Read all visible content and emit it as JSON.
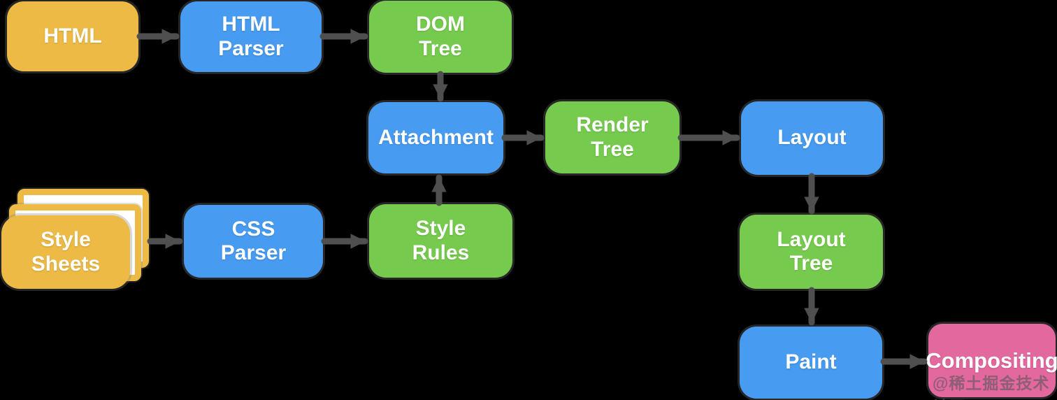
{
  "diagram": {
    "description": "Browser rendering engine flow",
    "nodes": [
      {
        "id": "html",
        "label": "HTML",
        "role": "source",
        "color": "#ECBA45"
      },
      {
        "id": "html-parser",
        "label": "HTML\nParser",
        "role": "process",
        "color": "#479BF0"
      },
      {
        "id": "dom-tree",
        "label": "DOM\nTree",
        "role": "output",
        "color": "#76CB4E"
      },
      {
        "id": "attachment",
        "label": "Attachment",
        "role": "process",
        "color": "#479BF0"
      },
      {
        "id": "render-tree",
        "label": "Render\nTree",
        "role": "output",
        "color": "#76CB4E"
      },
      {
        "id": "layout",
        "label": "Layout",
        "role": "process",
        "color": "#479BF0"
      },
      {
        "id": "style-sheets",
        "label": "Style\nSheets",
        "role": "source",
        "color": "#ECBA45"
      },
      {
        "id": "css-parser",
        "label": "CSS\nParser",
        "role": "process",
        "color": "#479BF0"
      },
      {
        "id": "style-rules",
        "label": "Style\nRules",
        "role": "output",
        "color": "#76CB4E"
      },
      {
        "id": "layout-tree",
        "label": "Layout\nTree",
        "role": "output",
        "color": "#76CB4E"
      },
      {
        "id": "paint",
        "label": "Paint",
        "role": "process",
        "color": "#479BF0"
      },
      {
        "id": "compositing",
        "label": "Compositing",
        "role": "final",
        "color": "#E2689E"
      }
    ],
    "edges": [
      {
        "from": "HTML",
        "to": "HTML Parser"
      },
      {
        "from": "HTML Parser",
        "to": "DOM Tree"
      },
      {
        "from": "DOM Tree",
        "to": "Attachment"
      },
      {
        "from": "Style Sheets",
        "to": "CSS Parser"
      },
      {
        "from": "CSS Parser",
        "to": "Style Rules"
      },
      {
        "from": "Style Rules",
        "to": "Attachment"
      },
      {
        "from": "Attachment",
        "to": "Render Tree"
      },
      {
        "from": "Render Tree",
        "to": "Layout"
      },
      {
        "from": "Layout",
        "to": "Layout Tree"
      },
      {
        "from": "Layout Tree",
        "to": "Paint"
      },
      {
        "from": "Paint",
        "to": "Compositing"
      }
    ],
    "arrow_color": "#4F4F4F",
    "background": "#000000",
    "watermark": "@稀土掘金技术社区"
  }
}
